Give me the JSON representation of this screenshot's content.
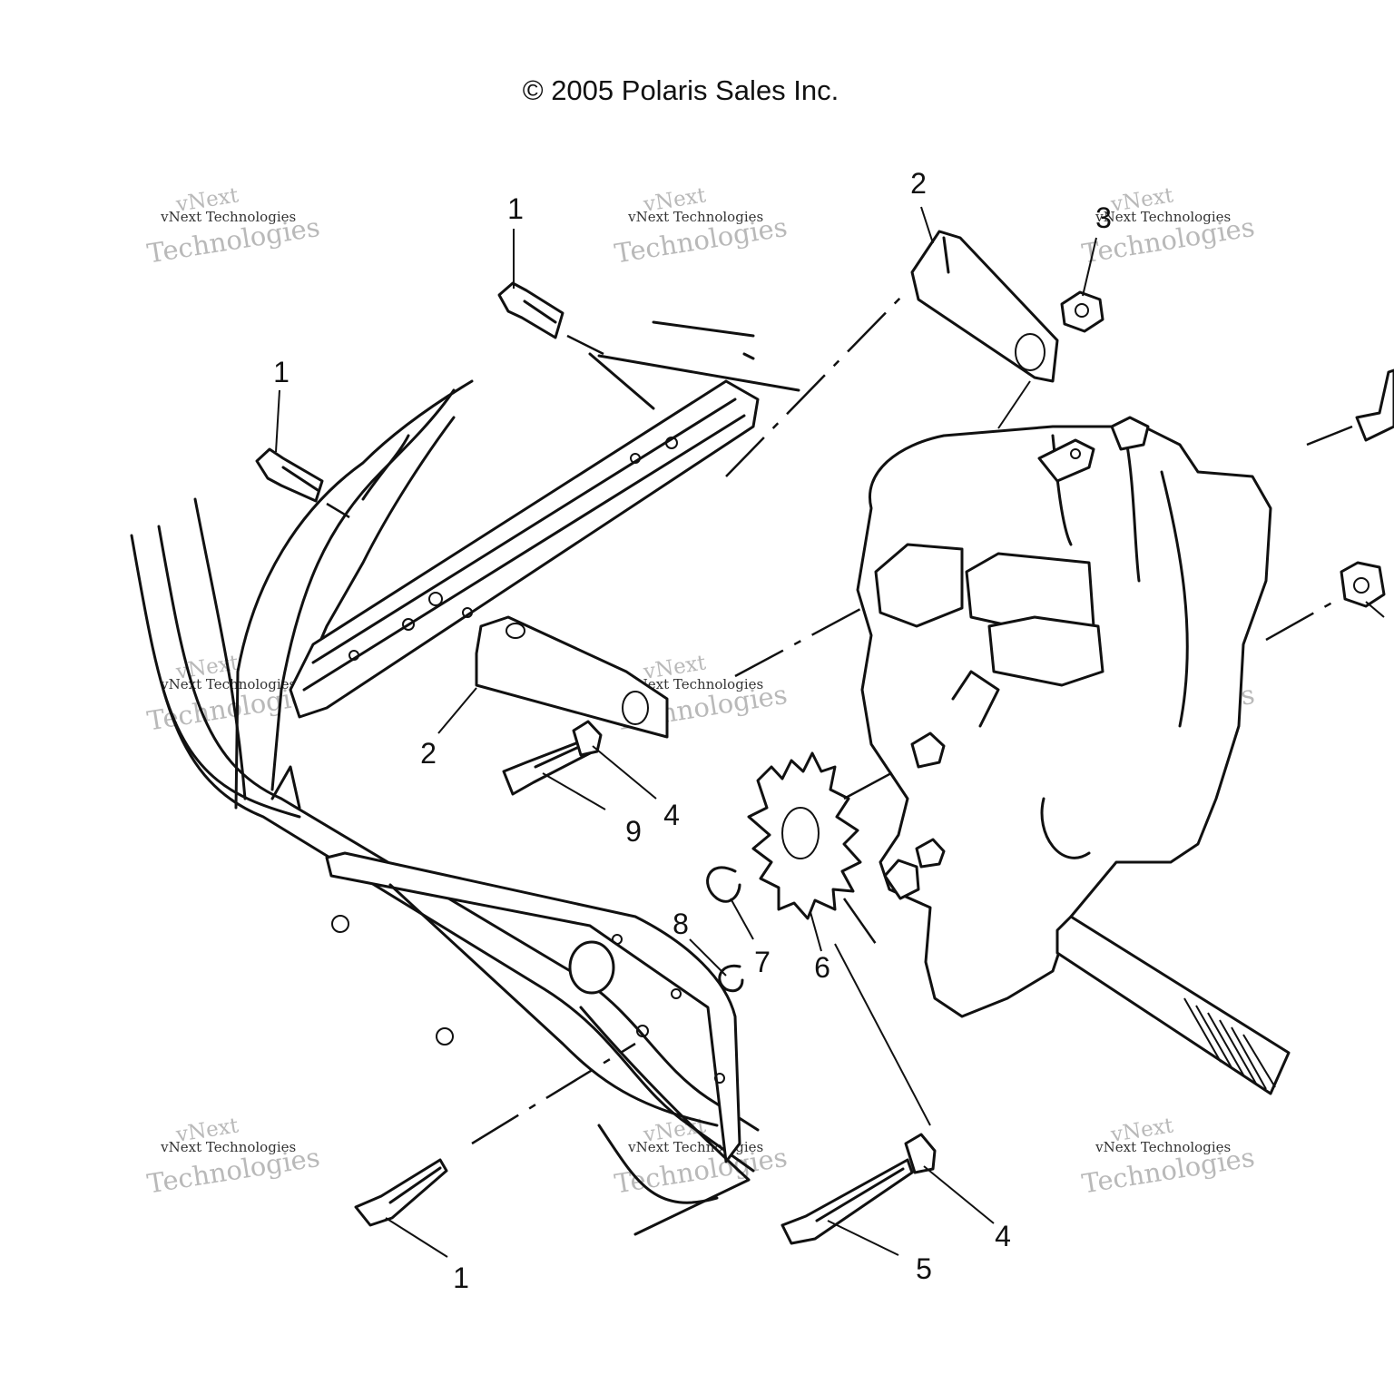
{
  "copyright": "© 2005 Polaris Sales Inc.",
  "watermark": {
    "line1": "vNext",
    "line2": "vNext Technologies",
    "line3": "Technologies"
  },
  "callouts": [
    {
      "id": "c1a",
      "label": "1"
    },
    {
      "id": "c1b",
      "label": "1"
    },
    {
      "id": "c1c",
      "label": "1"
    },
    {
      "id": "c2a",
      "label": "2"
    },
    {
      "id": "c2b",
      "label": "2"
    },
    {
      "id": "c3",
      "label": "3"
    },
    {
      "id": "c4a",
      "label": "4"
    },
    {
      "id": "c4b",
      "label": "4"
    },
    {
      "id": "c5",
      "label": "5"
    },
    {
      "id": "c6",
      "label": "6"
    },
    {
      "id": "c7",
      "label": "7"
    },
    {
      "id": "c8",
      "label": "8"
    },
    {
      "id": "c9",
      "label": "9"
    }
  ]
}
